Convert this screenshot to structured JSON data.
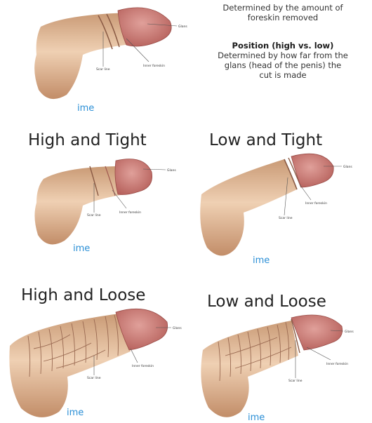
{
  "text": {
    "top_line1": "Determined by the amount of",
    "top_line2": "foreskin removed",
    "position_heading": "Position (high vs. low)",
    "position_line1": "Determined by how far from the",
    "position_line2": "glans (head of the penis) the",
    "position_line3": "cut is made"
  },
  "panels": [
    {
      "title": "",
      "labels": {
        "glans": "Glans",
        "scar": "Scar line",
        "inner": "Inner foreskin"
      },
      "logo": "ime"
    },
    {
      "title": "High and Tight",
      "labels": {
        "glans": "Glans",
        "scar": "Scar line",
        "inner": "Inner foreskin"
      },
      "logo": "ime"
    },
    {
      "title": "Low and Tight",
      "labels": {
        "glans": "Glans",
        "scar": "Scar line",
        "inner": "Inner foreskin"
      },
      "logo": "ime"
    },
    {
      "title": "High and Loose",
      "labels": {
        "glans": "Glans",
        "scar": "Scar line",
        "inner": "Inner foreskin"
      },
      "logo": "ime"
    },
    {
      "title": "Low and Loose",
      "labels": {
        "glans": "Glans",
        "scar": "Scar line",
        "inner": "Inner foreskin"
      },
      "logo": "ime"
    }
  ],
  "colors": {
    "skin": "#ddb08b",
    "skin_dark": "#c58f6c",
    "glans": "#c97872",
    "glans_dark": "#a8504b",
    "logo": "#2b8fd6"
  }
}
